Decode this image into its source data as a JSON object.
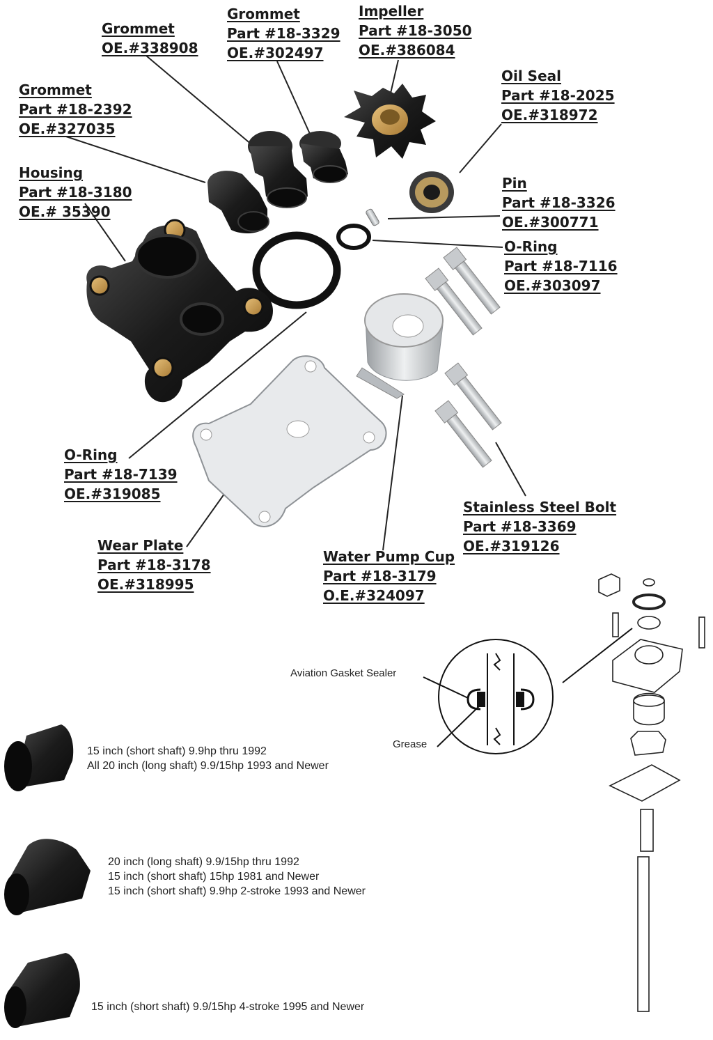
{
  "colors": {
    "rubber": "#1b1b1b",
    "brass": "#c9a15a",
    "steel": "#d4d6d8",
    "line": "#222222"
  },
  "parts": [
    {
      "name": "Grommet",
      "oe": "OE.#338908"
    },
    {
      "name": "Grommet",
      "part": "Part #18-3329",
      "oe": "OE.#302497"
    },
    {
      "name": "Impeller",
      "part": "Part #18-3050",
      "oe": "OE.#386084"
    },
    {
      "name": "Oil Seal",
      "part": "Part #18-2025",
      "oe": "OE.#318972"
    },
    {
      "name": "Grommet",
      "part": "Part #18-2392",
      "oe": "OE.#327035"
    },
    {
      "name": "Housing",
      "part": "Part #18-3180",
      "oe": "OE.# 35390"
    },
    {
      "name": "Pin",
      "part": "Part #18-3326",
      "oe": "OE.#300771"
    },
    {
      "name": "O-Ring",
      "part": "Part #18-7116",
      "oe": "OE.#303097"
    },
    {
      "name": "O-Ring",
      "part": "Part #18-7139",
      "oe": "OE.#319085"
    },
    {
      "name": "Wear Plate",
      "part": "Part #18-3178",
      "oe": "OE.#318995"
    },
    {
      "name": "Water Pump Cup",
      "part": "Part #18-3179",
      "oe": "O.E.#324097"
    },
    {
      "name": "Stainless Steel Bolt",
      "part": "Part #18-3369",
      "oe": "OE.#319126"
    }
  ],
  "diagram": {
    "sealer_label": "Aviation Gasket Sealer",
    "grease_label": "Grease"
  },
  "grommet_notes": [
    {
      "lines": [
        "15 inch (short shaft) 9.9hp thru 1992",
        "All 20 inch (long shaft) 9.9/15hp 1993 and Newer"
      ]
    },
    {
      "lines": [
        "20 inch (long shaft) 9.9/15hp thru 1992",
        "15 inch (short shaft) 15hp 1981 and Newer",
        "15 inch (short shaft) 9.9hp 2-stroke 1993 and Newer"
      ]
    },
    {
      "lines": [
        "15 inch (short shaft) 9.9/15hp 4-stroke 1995 and Newer"
      ]
    }
  ]
}
